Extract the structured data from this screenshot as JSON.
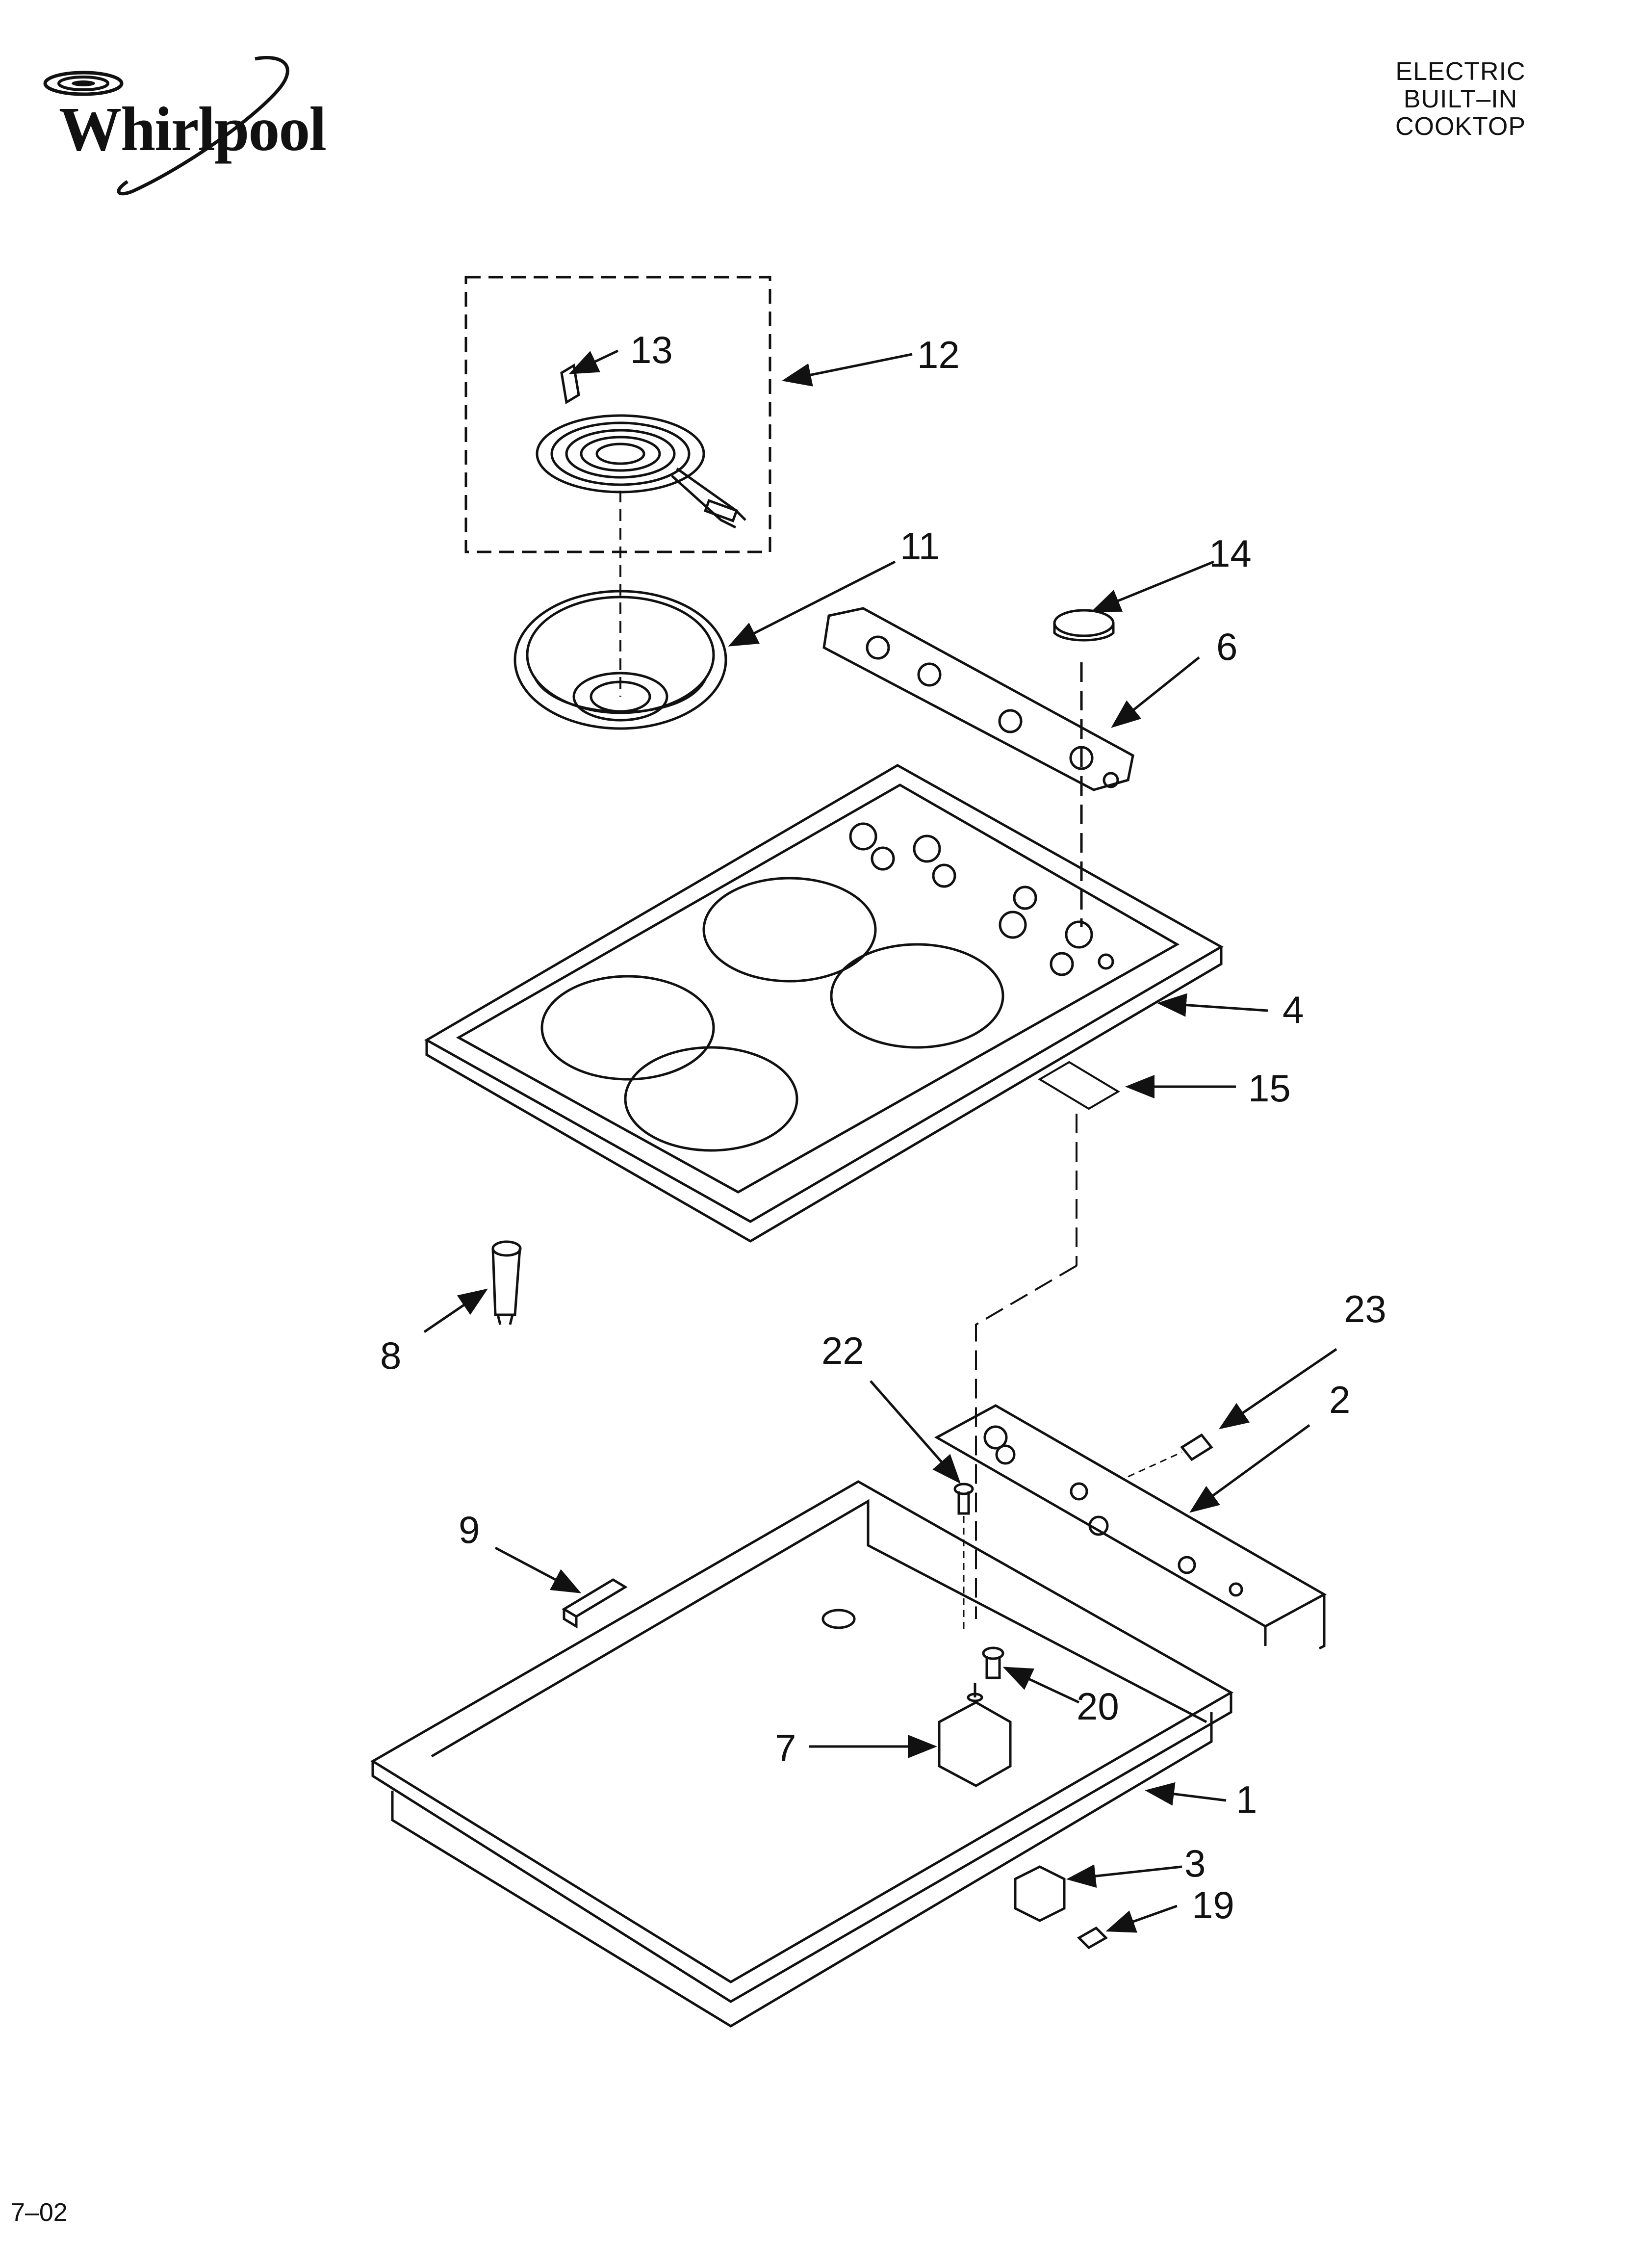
{
  "brand": {
    "name": "Whirlpool"
  },
  "document": {
    "product_lines": [
      "ELECTRIC",
      "BUILT–IN",
      "COOKTOP"
    ],
    "date_code": "7–02"
  },
  "callouts": {
    "c1": "1",
    "c2": "2",
    "c3": "3",
    "c4": "4",
    "c6": "6",
    "c7": "7",
    "c8": "8",
    "c9": "9",
    "c11": "11",
    "c12": "12",
    "c13": "13",
    "c14": "14",
    "c15": "15",
    "c19": "19",
    "c20": "20",
    "c22": "22",
    "c23": "23"
  },
  "icons": {
    "logo": "whirlpool-swirl-logo"
  }
}
